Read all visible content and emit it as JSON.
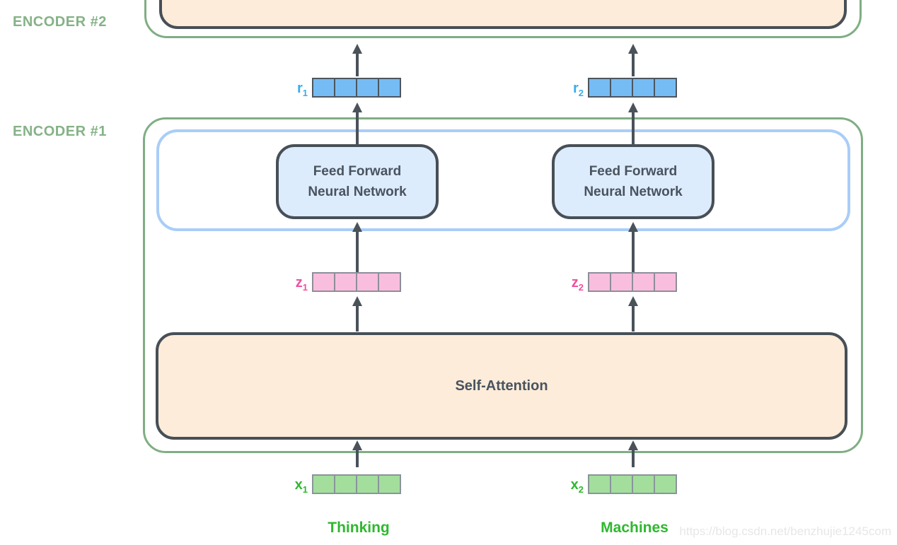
{
  "encoders": {
    "encoder2_label": "ENCODER #2",
    "encoder1_label": "ENCODER #1"
  },
  "blocks": {
    "ffnn_line1": "Feed Forward",
    "ffnn_line2": "Neural Network",
    "self_attention": "Self-Attention"
  },
  "vectors": {
    "r1": {
      "base": "r",
      "sub": "1",
      "cells": 4
    },
    "r2": {
      "base": "r",
      "sub": "2",
      "cells": 4
    },
    "z1": {
      "base": "z",
      "sub": "1",
      "cells": 4
    },
    "z2": {
      "base": "z",
      "sub": "2",
      "cells": 4
    },
    "x1": {
      "base": "x",
      "sub": "1",
      "cells": 4
    },
    "x2": {
      "base": "x",
      "sub": "2",
      "cells": 4
    }
  },
  "words": {
    "word1": "Thinking",
    "word2": "Machines"
  },
  "watermark": "https://blog.csdn.net/benzhujie1245com",
  "colors": {
    "encoder_outline_green": "#7fae83",
    "encoder_label_green": "#85b287",
    "ffnn_container_blue": "#a9cdf8",
    "ffnn_fill": "#ddecfc",
    "attention_fill": "#fdecd9",
    "dark_outline": "#474f57",
    "r_cell_fill": "#76bcf4",
    "r_label_color": "#38acf0",
    "z_cell_fill": "#f9bedd",
    "z_label_color": "#f0509e",
    "x_cell_fill": "#a3de9d",
    "x_label_color": "#2eb82e",
    "arrow_color": "#4a525a",
    "watermark_color": "#e7e7e7"
  }
}
